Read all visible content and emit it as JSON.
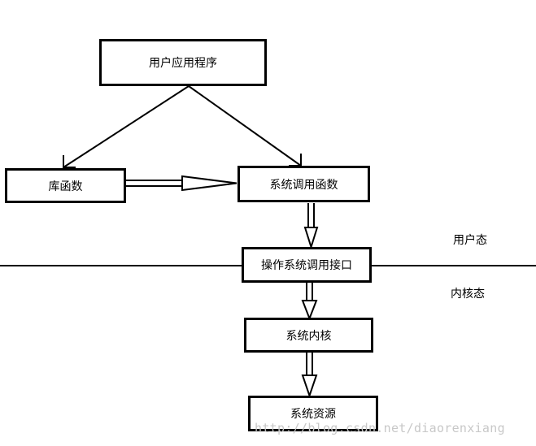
{
  "diagram": {
    "nodes": {
      "user_app": "用户应用程序",
      "library_functions": "库函数",
      "syscall_functions": "系统调用函数",
      "os_syscall_interface": "操作系统调用接口",
      "system_kernel": "系统内核",
      "system_resources": "系统资源"
    },
    "regions": {
      "user_mode": "用户态",
      "kernel_mode": "内核态"
    },
    "edges": [
      {
        "from": "user_app",
        "to": "library_functions",
        "style": "line-arrow"
      },
      {
        "from": "user_app",
        "to": "syscall_functions",
        "style": "line-arrow"
      },
      {
        "from": "library_functions",
        "to": "syscall_functions",
        "style": "hollow-double-arrow"
      },
      {
        "from": "syscall_functions",
        "to": "os_syscall_interface",
        "style": "hollow-double-arrow"
      },
      {
        "from": "os_syscall_interface",
        "to": "system_kernel",
        "style": "hollow-double-arrow"
      },
      {
        "from": "system_kernel",
        "to": "system_resources",
        "style": "hollow-double-arrow"
      }
    ]
  },
  "watermark": "http://blog.csdn.net/diaorenxiang"
}
